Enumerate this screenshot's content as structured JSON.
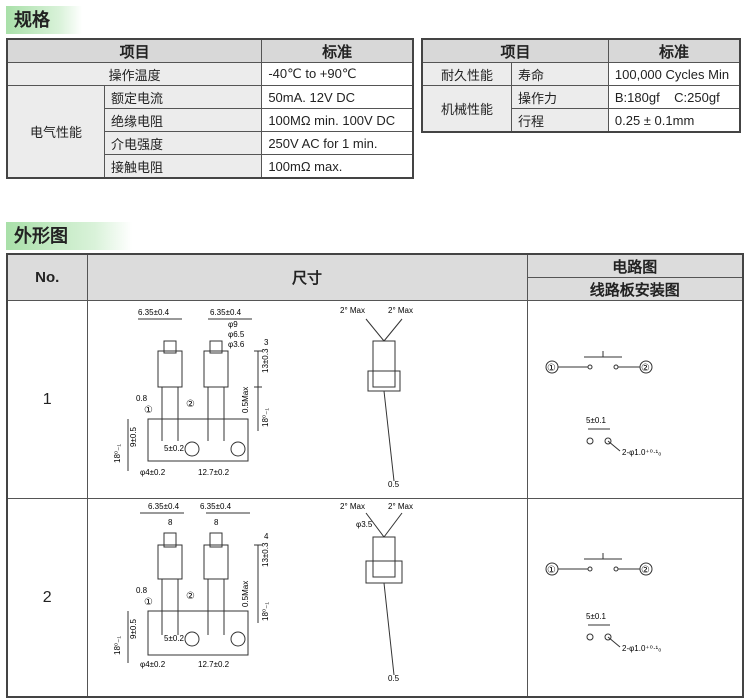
{
  "spec_section": {
    "title": "规格"
  },
  "spec_table": {
    "head_item": "项目",
    "head_std": "标准",
    "rows": [
      {
        "cat": "操作温度",
        "value": "-40℃ to +90℃"
      },
      {
        "cat": "电气性能",
        "sub": "额定电流",
        "value": "50mA. 12V DC"
      },
      {
        "sub": "绝缘电阻",
        "value": "100MΩ min. 100V DC"
      },
      {
        "sub": "介电强度",
        "value": "250V AC for 1 min."
      },
      {
        "sub": "接触电阻",
        "value": "100mΩ max."
      }
    ]
  },
  "mech_table": {
    "head_item": "项目",
    "head_std": "标准",
    "rows": [
      {
        "cat": "耐久性能",
        "sub": "寿命",
        "value": "100,000 Cycles Min"
      },
      {
        "cat": "机械性能",
        "sub": "操作力",
        "value": "B:180gf    C:250gf"
      },
      {
        "sub": "行程",
        "value": "0.25 ± 0.1mm"
      }
    ]
  },
  "outline_section": {
    "title": "外形图"
  },
  "draw_table": {
    "head_no": "No.",
    "head_size": "尺寸",
    "head_circuit": "电路图",
    "head_pcb": "线路板安装图",
    "rows": [
      {
        "no": "1"
      },
      {
        "no": "2"
      }
    ]
  },
  "drawing1": {
    "dims": {
      "d635a": "6.35±0.4",
      "d635b": "6.35±0.4",
      "phi9": "φ9",
      "phi65": "φ6.5",
      "phi36": "φ3.6",
      "three": "3",
      "h13": "13±0.3",
      "h05max": "0.5Max",
      "h18": "18⁰₋₁",
      "d08": "0.8",
      "c1": "①",
      "c2": "②",
      "h9": "9±0.5",
      "h18l": "18⁰₋₁",
      "d5": "5±0.2",
      "phi4": "φ4±0.2",
      "d127": "12.7±0.2",
      "ang1": "2° Max",
      "ang2": "2° Max",
      "d05": "0.5"
    }
  },
  "drawing2": {
    "dims": {
      "d635a": "6.35±0.4",
      "d635b": "6.35±0.4",
      "eight1": "8",
      "eight2": "8",
      "four": "4",
      "h13": "13±0.3",
      "h05max": "0.5Max",
      "h18": "18⁰₋₁",
      "d08": "0.8",
      "c1": "①",
      "c2": "②",
      "h9": "9±0.5",
      "h18l": "18⁰₋₁",
      "d5": "5±0.2",
      "phi4": "φ4±0.2",
      "d127": "12.7±0.2",
      "ang1": "2° Max",
      "ang2": "2° Max",
      "phi35": "φ3.5",
      "d05": "0.5"
    }
  },
  "circuit": {
    "n1": "①",
    "n2": "②",
    "pcb_d": "5±0.1",
    "pcb_hole": "2-φ1.0⁺⁰·¹₀"
  }
}
